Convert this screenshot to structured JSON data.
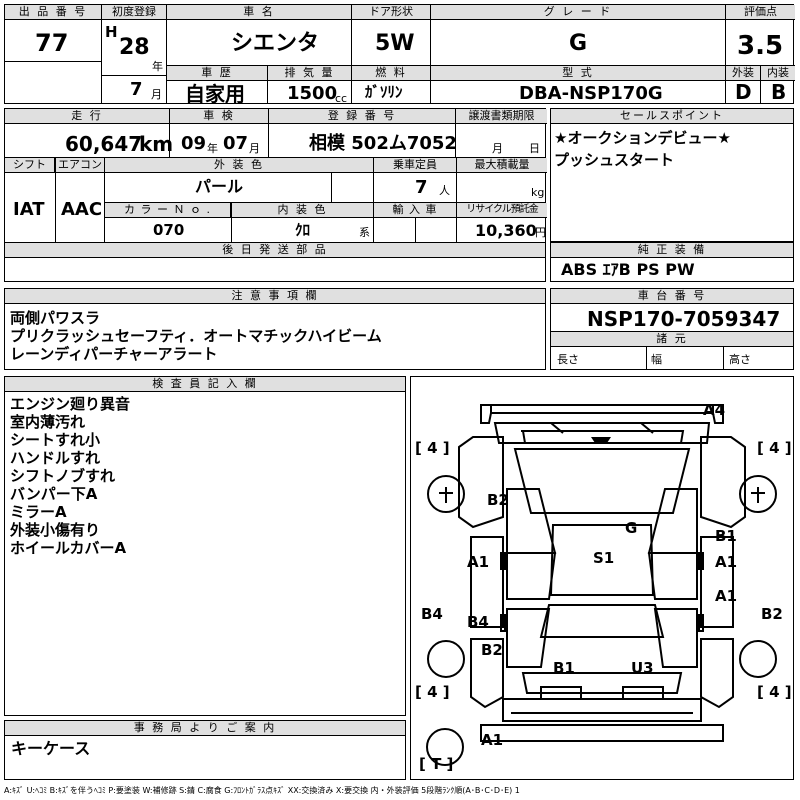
{
  "header": {
    "lot_label": "出 品 番 号",
    "lot_no": "77",
    "first_reg_label": "初度登録",
    "era": "H",
    "year": "28",
    "year_unit": "年",
    "month": "7",
    "month_unit": "月",
    "car_name_label": "車 名",
    "car_name": "シエンタ",
    "door_label": "ドア形状",
    "door": "5W",
    "grade_label": "グ レ ー ド",
    "grade": "G",
    "score_label": "評価点",
    "score": "3.5",
    "history_label": "車 歴",
    "history": "自家用",
    "displacement_label": "排 気 量",
    "displacement": "1500",
    "displacement_unit": "cc",
    "fuel_label": "燃 料",
    "fuel": "ｶﾞｿﾘﾝ",
    "model_label": "型 式",
    "model": "DBA-NSP170G",
    "exterior_label": "外装",
    "exterior": "D",
    "interior_label": "内装",
    "interior": "B"
  },
  "row2": {
    "mileage_label": "走 行",
    "mileage": "60,647",
    "mileage_unit": "km",
    "inspection_label": "車 検",
    "insp_year": "09",
    "insp_year_unit": "年",
    "insp_month": "07",
    "insp_month_unit": "月",
    "plate_label": "登 録 番 号",
    "plate": "相模 502ム7052",
    "transfer_label": "譲渡書類期限",
    "transfer_month_unit": "月",
    "transfer_day_unit": "日",
    "shift_label": "シフト",
    "shift": "IAT",
    "ac_label": "エアコン",
    "ac": "AAC",
    "color_label": "外 装 色",
    "color": "パール",
    "capacity_label": "乗車定員",
    "capacity": "7",
    "capacity_unit": "人",
    "max_load_label": "最大積載量",
    "max_load_unit": "kg",
    "color_no_label": "カ ラ ー Ｎ ｏ .",
    "color_no": "070",
    "int_color_label": "内 装 色",
    "int_color": "ｸﾛ",
    "int_color_unit": "系",
    "import_label": "輸 入 車",
    "recycle_label": "リサイクル預託金",
    "recycle": "10,360",
    "recycle_unit": "円",
    "later_parts_label": "後 日 発 送 部 品"
  },
  "sales": {
    "label": "セールスポイント",
    "lines": [
      "★オークションデビュー★",
      "プッシュスタート"
    ]
  },
  "equipment": {
    "label": "純 正 装 備",
    "value": "ABS ｴｱB PS PW"
  },
  "notes": {
    "label": "注 意 事 項 欄",
    "lines": [
      "両側パワスラ",
      "プリクラッシュセーフティ．オートマチックハイビーム",
      "レーンディパーチャーアラート"
    ]
  },
  "chassis": {
    "label": "車 台 番 号",
    "value": "NSP170-7059347",
    "dims_label": "諸 元",
    "length_label": "長さ",
    "width_label": "幅",
    "height_label": "高さ"
  },
  "inspector": {
    "label": "検 査 員 記 入 欄",
    "lines": [
      "エンジン廻り異音",
      "室内薄汚れ",
      "シートすれ小",
      "ハンドルすれ",
      "シフトノブすれ",
      "バンパー下A",
      "ミラーA",
      "外装小傷有り",
      "ホイールカバーA"
    ]
  },
  "office": {
    "label": "事 務 局 よ り ご 案 内",
    "value": "キーケース"
  },
  "diagram": {
    "tire_fl": "[ 4 ]",
    "tire_fr": "[ 4 ]",
    "tire_rl": "[ 4 ]",
    "tire_rr": "[ 4 ]",
    "spare": "[ T ]",
    "marks": [
      {
        "id": "a4",
        "text": "A4"
      },
      {
        "id": "b2-hood",
        "text": "B2"
      },
      {
        "id": "g-glass",
        "text": "G"
      },
      {
        "id": "b1-right",
        "text": "B1"
      },
      {
        "id": "a1-right-door",
        "text": "A1"
      },
      {
        "id": "a1-left-door",
        "text": "A1"
      },
      {
        "id": "s1-roof",
        "text": "S1"
      },
      {
        "id": "a1-right-rear-door",
        "text": "A1"
      },
      {
        "id": "b4-left",
        "text": "B4"
      },
      {
        "id": "b2-right",
        "text": "B2"
      },
      {
        "id": "b4-rear-left",
        "text": "B4"
      },
      {
        "id": "b2-rear-left",
        "text": "B2"
      },
      {
        "id": "b1-rear",
        "text": "B1"
      },
      {
        "id": "u3-rear",
        "text": "U3"
      },
      {
        "id": "a1-rear-bumper",
        "text": "A1"
      }
    ]
  },
  "legend": "A:ｷｽﾞ U:ﾍｺﾐ B:ｷｽﾞを伴うﾍｺﾐ P:要塗装 W:補修跡 S:錆 C:腐食 G:ﾌﾛﾝﾄｶﾞﾗｽ点ｷｽﾞ XX:交換済み X:要交換 内・外装評価 5段階ﾗﾝｸ順(A･B･C･D･E) 1"
}
